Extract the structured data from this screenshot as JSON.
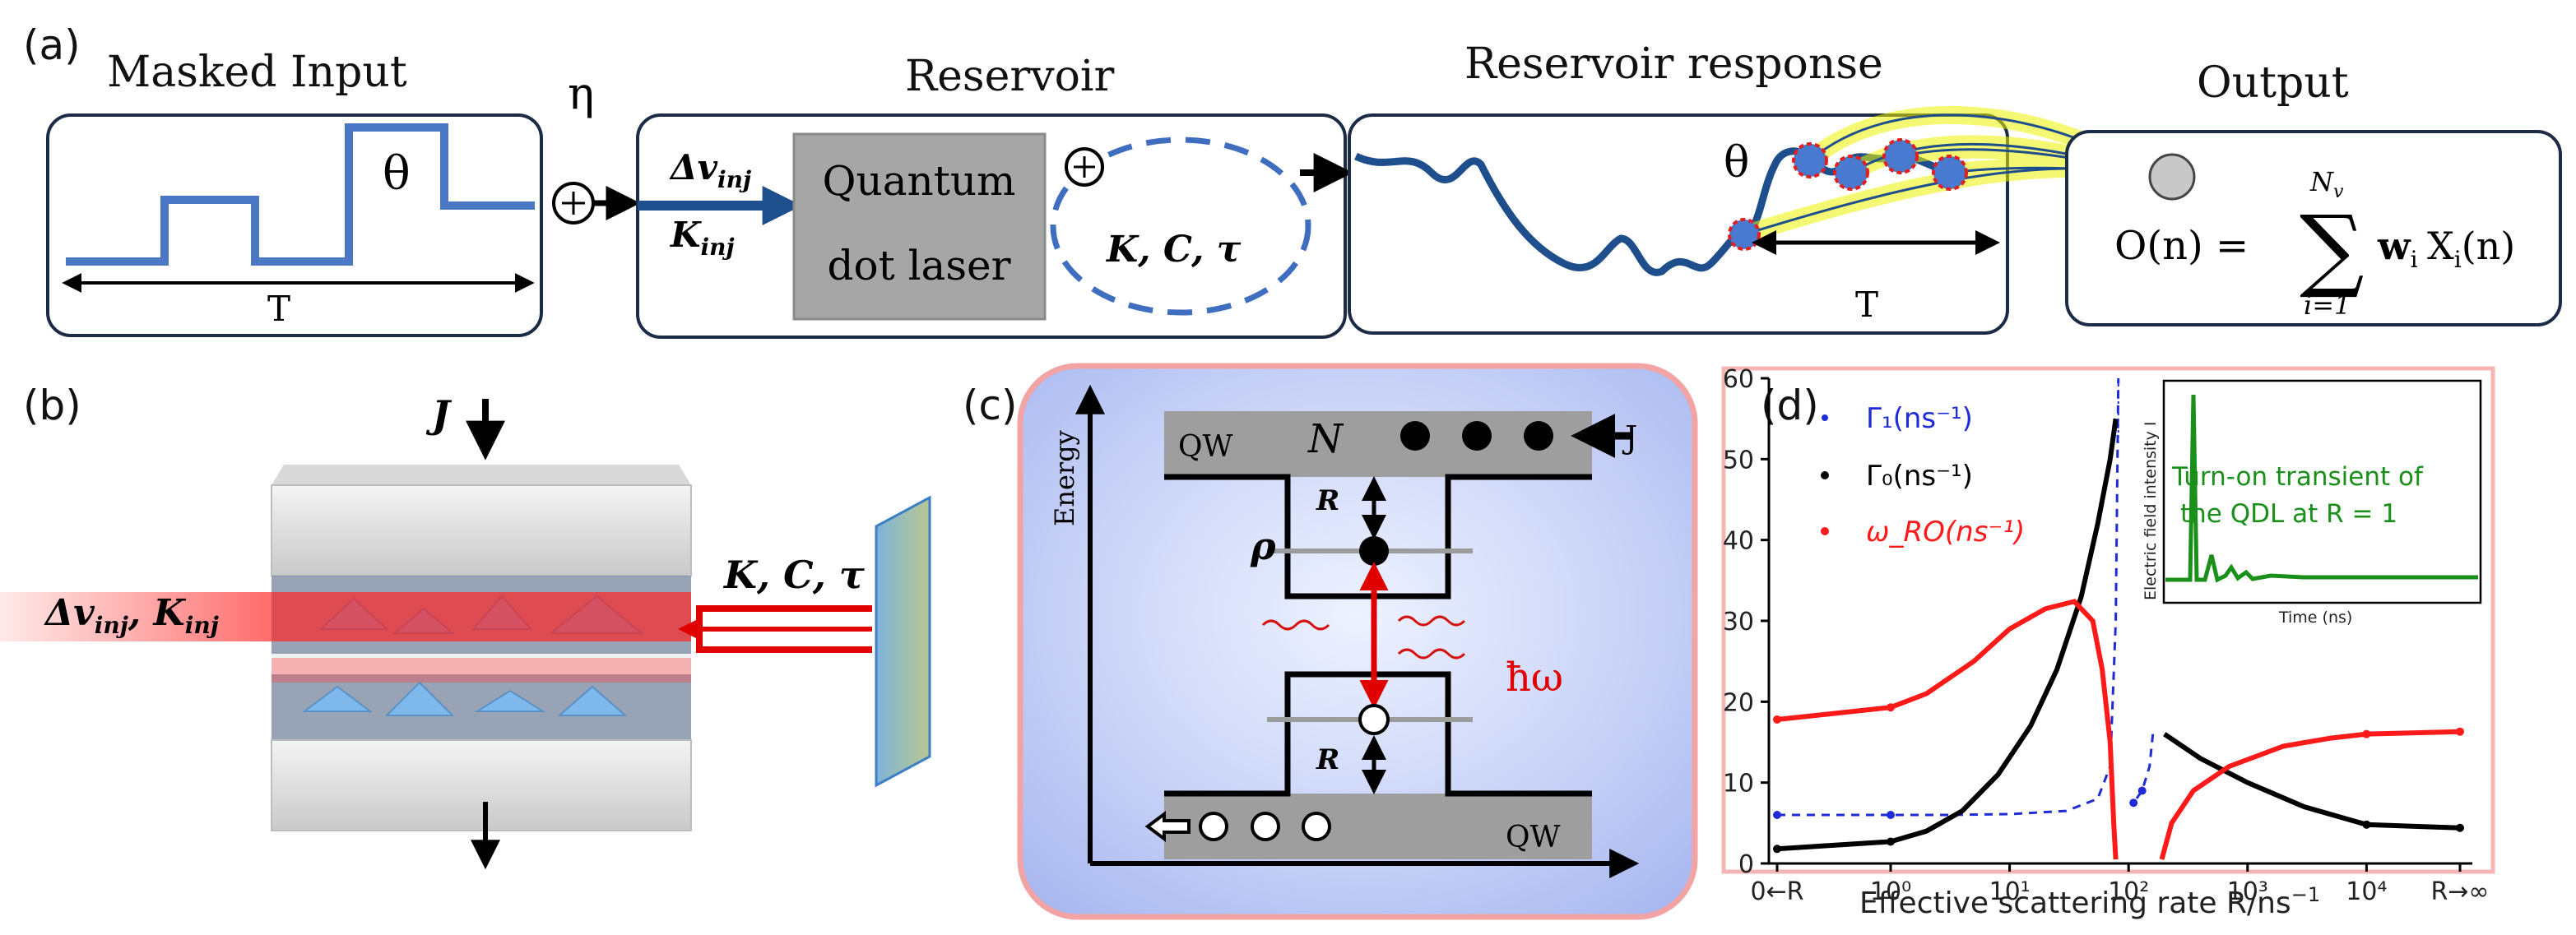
{
  "panel_labels": {
    "a": "(a)",
    "b": "(b)",
    "c": "(c)",
    "d": "(d)"
  },
  "panel_a": {
    "masked_input_title": "Masked Input",
    "theta": "θ",
    "period_label": "T",
    "eta": "η",
    "reservoir_title": "Reservoir",
    "delta_v_inj": "Δv",
    "delta_v_sub": "inj",
    "k_inj": "K",
    "k_inj_sub": "inj",
    "laser_label_1": "Quantum",
    "laser_label_2": "dot laser",
    "feedback_params": "K, C, τ",
    "response_title": "Reservoir response",
    "response_theta": "θ",
    "response_period": "T",
    "output_title": "Output",
    "output_lhs": "O(n) =",
    "sum_symbol": "∑",
    "sum_upper": "N",
    "sum_upper_sub": "v",
    "sum_lower": "i=1",
    "output_term": "w",
    "output_term_sub": "i",
    "output_x": "X",
    "output_x_sub": "i",
    "output_arg": "(n)"
  },
  "panel_b": {
    "current": "J",
    "injection": "Δv",
    "injection_sub": "inj",
    "injection_k": ", K",
    "injection_k_sub": "inj",
    "feedback": "K, C, τ"
  },
  "panel_c": {
    "energy_axis": "Energy",
    "qw_top": "QW",
    "n_label": "N",
    "j_label": "J",
    "r_top": "R",
    "rho": "ρ",
    "hbar_omega": "ħω",
    "r_bottom": "R",
    "qw_bottom": "QW"
  },
  "chart_data": {
    "type": "line",
    "xlabel": "Effective scattering rate R/ns",
    "xlabel_sup": "−1",
    "x_tick_labels": [
      "0←R",
      "10⁰",
      "10¹",
      "10²",
      "10³",
      "10⁴",
      "R→∞"
    ],
    "y_tick_labels": [
      "0",
      "10",
      "20",
      "30",
      "40",
      "50",
      "60"
    ],
    "ylim": [
      0,
      60
    ],
    "x_scale": "log (with 0 and ∞ endpoints)",
    "legend_placement": "top-left",
    "series": [
      {
        "name": "Γ₁(ns⁻¹)",
        "color": "#1f2bd6",
        "points": [
          [
            "0",
            6
          ],
          [
            1,
            6
          ],
          [
            3,
            6
          ],
          [
            10,
            6.1
          ],
          [
            30,
            6.5
          ],
          [
            55,
            8
          ],
          [
            70,
            12
          ],
          [
            78,
            30
          ],
          [
            82,
            60
          ]
        ],
        "points_after": [
          [
            160,
            16
          ],
          [
            150,
            12
          ],
          [
            130,
            9
          ],
          [
            110,
            7.5
          ]
        ]
      },
      {
        "name": "Γ₀(ns⁻¹)",
        "color": "#000000",
        "points": [
          [
            "0",
            1.8
          ],
          [
            1,
            2.7
          ],
          [
            2,
            4
          ],
          [
            4,
            6.5
          ],
          [
            8,
            11
          ],
          [
            15,
            17
          ],
          [
            25,
            24
          ],
          [
            40,
            33
          ],
          [
            55,
            42
          ],
          [
            70,
            50
          ],
          [
            78,
            55
          ]
        ],
        "points_after": [
          [
            200,
            16
          ],
          [
            400,
            13
          ],
          [
            1000,
            10
          ],
          [
            3000,
            7
          ],
          [
            10000,
            4.8
          ],
          [
            "inf",
            4.4
          ]
        ]
      },
      {
        "name": "ω_RO(ns⁻¹)",
        "color": "#ff1a1a",
        "points": [
          [
            "0",
            17.8
          ],
          [
            1,
            19.3
          ],
          [
            2,
            21
          ],
          [
            5,
            25
          ],
          [
            10,
            29
          ],
          [
            20,
            31.5
          ],
          [
            35,
            32.4
          ],
          [
            50,
            30
          ],
          [
            60,
            24
          ],
          [
            70,
            15
          ],
          [
            75,
            5
          ],
          [
            78,
            0.5
          ]
        ],
        "points_after": [
          [
            190,
            0.5
          ],
          [
            230,
            5
          ],
          [
            350,
            9
          ],
          [
            700,
            12
          ],
          [
            2000,
            14.5
          ],
          [
            5000,
            15.5
          ],
          [
            10000,
            16
          ],
          [
            "inf",
            16.3
          ]
        ]
      }
    ],
    "inset": {
      "ylabel": "Electric field intensity I",
      "xlabel": "Time (ns)",
      "annotation_1": "Turn-on transient of",
      "annotation_2": "the QDL at R = 1",
      "color": "#1a8f1a"
    }
  }
}
